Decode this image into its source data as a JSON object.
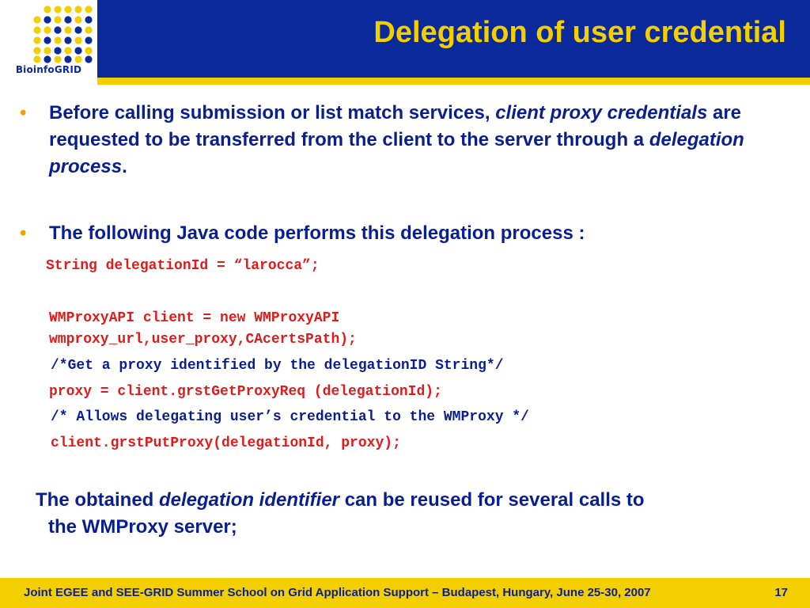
{
  "header": {
    "title": "Delegation of user credential",
    "logo_text": "BioinfoGRID"
  },
  "bullet1": {
    "part1": "Before calling submission or list match services, ",
    "italic1": "client proxy credentials",
    "part2": " are requested to be transferred from the client to the server through a ",
    "italic2": "delegation process",
    "part3": "."
  },
  "bullet2": {
    "text": "The following Java code performs this delegation process :"
  },
  "code": [
    "String delegationId = “larocca”;",
    "WMProxyAPI client = new WMProxyAPI",
    "wmproxy_url,user_proxy,CAcertsPath);",
    "/*Get a proxy identified by the delegationID String*/",
    "proxy = client.grstGetProxyReq (delegationId);",
    "/* Allows delegating user’s credential to the WMProxy */",
    "client.grstPutProxy(delegationId, proxy);"
  ],
  "closing": {
    "part1": "The obtained ",
    "italic": "delegation identifier",
    "part2": " can be reused for several calls to",
    "line2": "the WMProxy server;"
  },
  "footer": {
    "text": "Joint EGEE and SEE-GRID Summer School on Grid Application Support – Budapest, Hungary, June 25-30, 2007",
    "page_number": "17"
  },
  "colors": {
    "header_blue": "#0a2a9c",
    "accent_yellow": "#f4cf00",
    "code_red": "#e01b1b",
    "text_blue": "#0a1f8f",
    "bullet_orange": "#f4a000"
  }
}
